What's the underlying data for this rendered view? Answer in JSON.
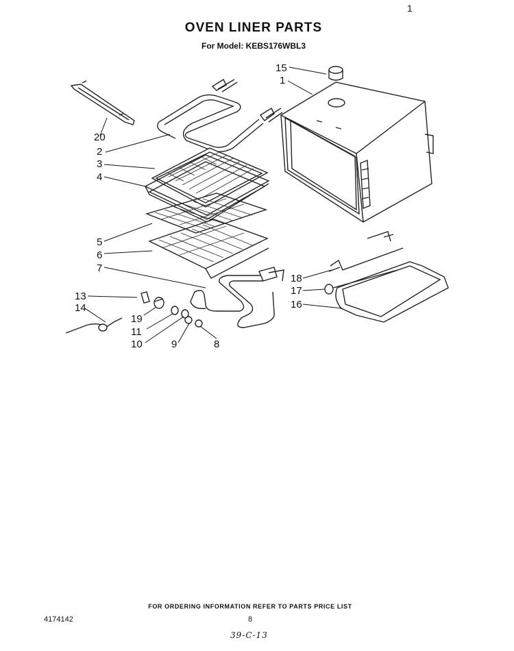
{
  "header": {
    "title": "OVEN LINER PARTS",
    "subtitle": "For Model: KEBS176WBL3",
    "corner_mark": "1"
  },
  "callouts": {
    "c1": "1",
    "c2": "2",
    "c3": "3",
    "c4": "4",
    "c5": "5",
    "c6": "6",
    "c7": "7",
    "c8": "8",
    "c9": "9",
    "c10": "10",
    "c11": "11",
    "c13": "13",
    "c14": "14",
    "c15": "15",
    "c16": "16",
    "c17": "17",
    "c18": "18",
    "c19": "19",
    "c20": "20"
  },
  "footer": {
    "note": "FOR ORDERING INFORMATION REFER TO PARTS PRICE LIST",
    "doc_number": "4174142",
    "page_number": "8",
    "handwritten": "39-C-13"
  }
}
